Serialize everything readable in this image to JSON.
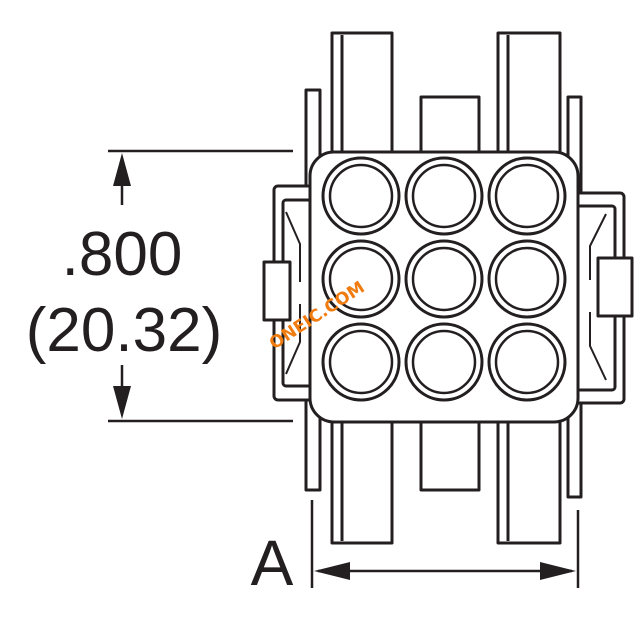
{
  "dimension": {
    "value_in": ".800",
    "value_mm": "(20.32)",
    "width_label": "A"
  },
  "watermark": "ONEIC.COM",
  "colors": {
    "line": "#231f20",
    "background": "#ffffff",
    "watermark": "#f07c0f"
  },
  "connector": {
    "rows": 3,
    "columns": 3,
    "cavities": 9
  }
}
